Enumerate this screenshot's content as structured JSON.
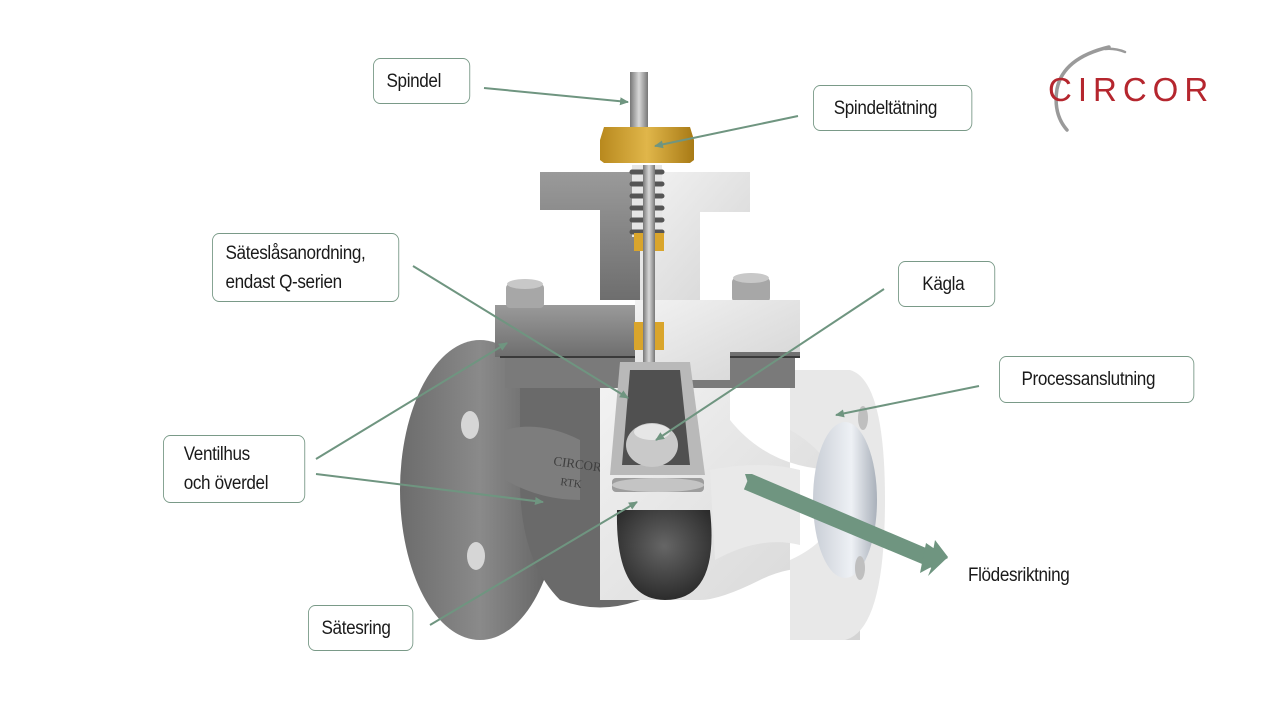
{
  "brand": {
    "logo_text": "CIRCOR",
    "logo_color": "#b5262e",
    "swoosh_color": "#9a9a9a"
  },
  "diagram": {
    "title": "Valve cross-section",
    "leader_color": "#6f9580",
    "labels": [
      {
        "id": "spindel",
        "text": "Spindel"
      },
      {
        "id": "spindeltatning",
        "text": "Spindeltätning"
      },
      {
        "id": "sateslasanordning",
        "text": "Säteslåsanordning,\nendast Q-serien"
      },
      {
        "id": "kagla",
        "text": "Kägla"
      },
      {
        "id": "processanslutning",
        "text": "Processanslutning"
      },
      {
        "id": "ventilhus",
        "text": "Ventilhus\noch överdel"
      },
      {
        "id": "satesring",
        "text": "Sätesring"
      }
    ],
    "flow_label": "Flödesriktning",
    "body_casting_text": [
      "CIRCOR",
      "RTK"
    ]
  }
}
